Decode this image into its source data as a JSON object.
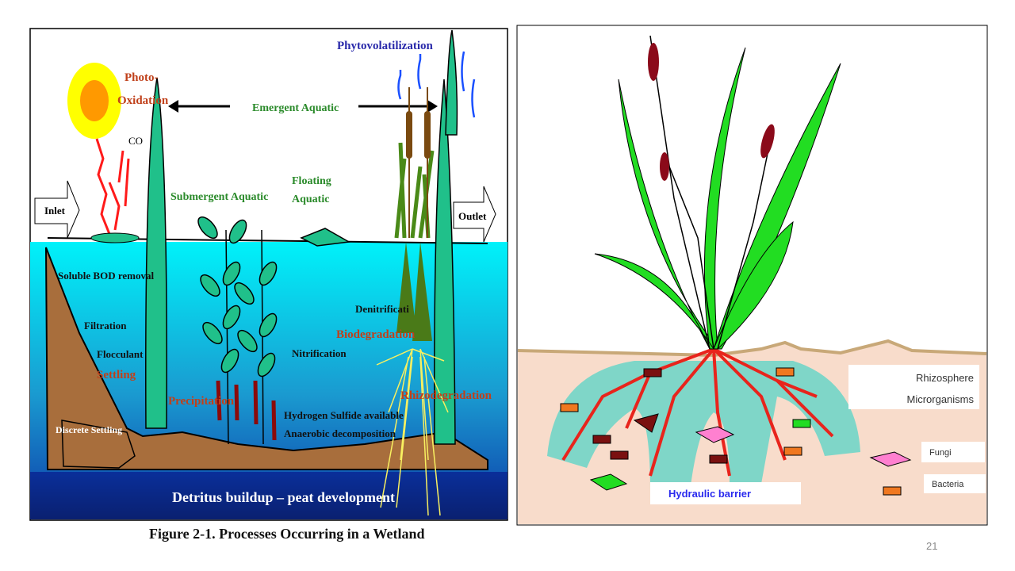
{
  "left_figure": {
    "caption": "Figure 2-1.  Processes Occurring in a Wetland",
    "labels": {
      "phytovolatilization": "Phytovolatilization",
      "photo": "Photo-",
      "oxidation": "Oxidation",
      "co": "CO",
      "emergent": "Emergent Aquatic",
      "submergent": "Submergent Aquatic",
      "floating1": "Floating",
      "floating2": "Aquatic",
      "inlet": "Inlet",
      "outlet": "Outlet",
      "soluble_bod": "Soluble BOD removal",
      "filtration": "Filtration",
      "flocculant": "Flocculant",
      "settling": "Settling",
      "discrete": "Discrete Settling",
      "precipitation": "Precipitation",
      "nitrification": "Nitrification",
      "denitrification": "Denitrificati",
      "biodegradation": "Biodegradation",
      "rhizodegradation": "Rhizodegradation",
      "hydrogen_sulfide": "Hydrogen Sulfide available",
      "anaerobic": "Anaerobic decomposition",
      "detritus": "Detritus buildup – peat development"
    }
  },
  "right_figure": {
    "labels": {
      "rhizosphere": "Rhizosphere",
      "microorganisms": "Microrganisms",
      "fungi": "Fungi",
      "bacteria": "Bacteria",
      "hydraulic_barrier": "Hydraulic barrier"
    }
  },
  "slide_number": "21",
  "colors": {
    "water_top": "#00f0f8",
    "water_bottom": "#0a2a9a",
    "sediment": "#a86e3c",
    "plant": "#20c08a",
    "soil": "#f8dccb",
    "root_zone": "#7fd6c8",
    "root": "#e8241c",
    "leaf": "#22dd22"
  }
}
